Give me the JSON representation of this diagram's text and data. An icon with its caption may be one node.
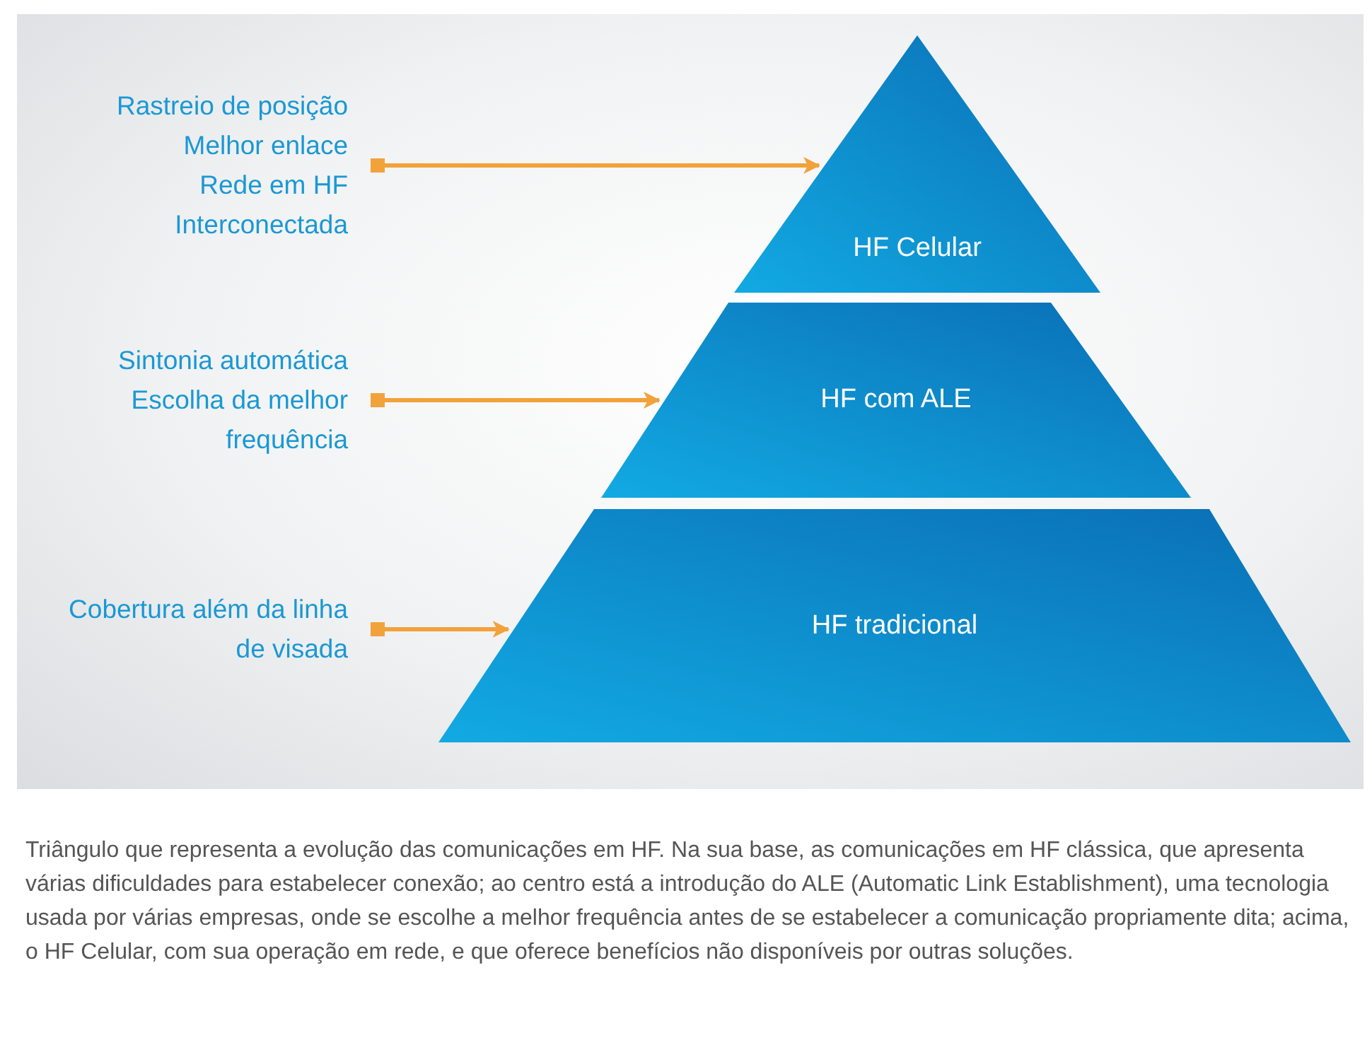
{
  "diagram": {
    "caption": "Triângulo que representa a evolução das comunicações em HF. Na sua base, as comunicações em HF clássica, que apresenta várias dificuldades para estabelecer conexão; ao centro está a introdução do ALE (Automatic Link Establishment), uma tecnologia usada por várias empresas, onde se escolhe a melhor frequência antes de se estabelecer a comunicação propriamente dita; acima, o HF Celular, com sua operação em rede, e que oferece benefícios não disponíveis por outras soluções.",
    "nodes": [
      {
        "text": [
          "Rastreio de posição",
          "Melhor enlace",
          "Rede em HF",
          "Interconectada"
        ]
      },
      {
        "text": [
          "HF Celular"
        ]
      },
      {
        "text": [
          "Sintonia automática",
          "Escolha da melhor frequência"
        ]
      },
      {
        "text": [
          "HF com ALE"
        ]
      },
      {
        "text": [
          "Cobertura além da linha de visada"
        ]
      },
      {
        "text": [
          "HF tradicional"
        ]
      }
    ],
    "edges": [
      {
        "from": 0,
        "to": 1,
        "arrow": "to"
      },
      {
        "from": 2,
        "to": 3,
        "arrow": "to"
      },
      {
        "from": 4,
        "to": 5,
        "arrow": "to"
      }
    ]
  }
}
